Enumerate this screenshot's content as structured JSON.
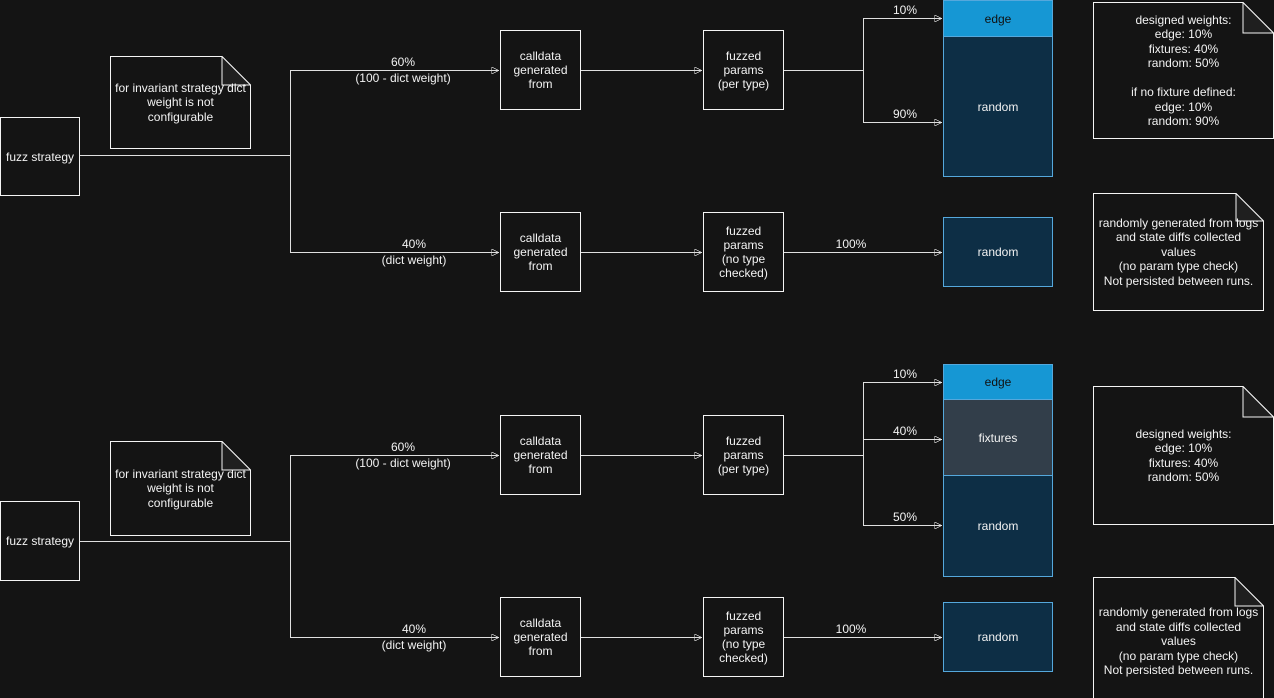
{
  "colors": {
    "background": "#141414",
    "wire": "#e0e0e0",
    "node_border": "#f5f5f5",
    "text": "#f2f2f2",
    "edge_fill": "#1697d4",
    "edge_text": "#111111",
    "fixtures_fill": "#323e4a",
    "random_fill": "#0d2e45",
    "stack_border": "#55a8dc",
    "note_flap": "#1f1f1f"
  },
  "flow_top": {
    "strategy": "fuzz strategy",
    "invariant_note": "for invariant strategy dict\nweight is not configurable",
    "per_type_branch": {
      "weight": "60%",
      "weight_formula": "(100 - dict weight)",
      "calldata": "calldata\ngenerated\nfrom",
      "fuzzed_params": "fuzzed\nparams\n(per type)",
      "splits": [
        {
          "weight": "10%"
        },
        {
          "weight": "90%"
        }
      ]
    },
    "dict_branch": {
      "weight": "40%",
      "weight_formula": "(dict weight)",
      "calldata": "calldata\ngenerated\nfrom",
      "fuzzed_params": "fuzzed\nparams\n(no type\nchecked)",
      "splits": [
        {
          "weight": "100%"
        }
      ]
    },
    "stack_segments": [
      {
        "label": "edge"
      },
      {
        "label": "random"
      }
    ],
    "random_node": "random",
    "weights_note": "designed weights:\nedge: 10%\nfixtures: 40%\nrandom: 50%\n\nif no fixture defined:\nedge: 10%\nrandom: 90%",
    "random_note": "randomly generated from logs\nand state diffs collected values\n(no param type check)\nNot persisted between runs."
  },
  "flow_bottom": {
    "strategy": "fuzz strategy",
    "invariant_note": "for invariant strategy dict\nweight is not configurable",
    "per_type_branch": {
      "weight": "60%",
      "weight_formula": "(100 - dict weight)",
      "calldata": "calldata\ngenerated\nfrom",
      "fuzzed_params": "fuzzed\nparams\n(per type)",
      "splits": [
        {
          "weight": "10%"
        },
        {
          "weight": "40%"
        },
        {
          "weight": "50%"
        }
      ]
    },
    "dict_branch": {
      "weight": "40%",
      "weight_formula": "(dict weight)",
      "calldata": "calldata\ngenerated\nfrom",
      "fuzzed_params": "fuzzed\nparams\n(no type\nchecked)",
      "splits": [
        {
          "weight": "100%"
        }
      ]
    },
    "stack_segments": [
      {
        "label": "edge"
      },
      {
        "label": "fixtures"
      },
      {
        "label": "random"
      }
    ],
    "random_node": "random",
    "weights_note": "designed weights:\nedge: 10%\nfixtures: 40%\nrandom: 50%",
    "random_note": "randomly generated from logs\nand state diffs collected values\n(no param type check)\nNot persisted between runs."
  }
}
